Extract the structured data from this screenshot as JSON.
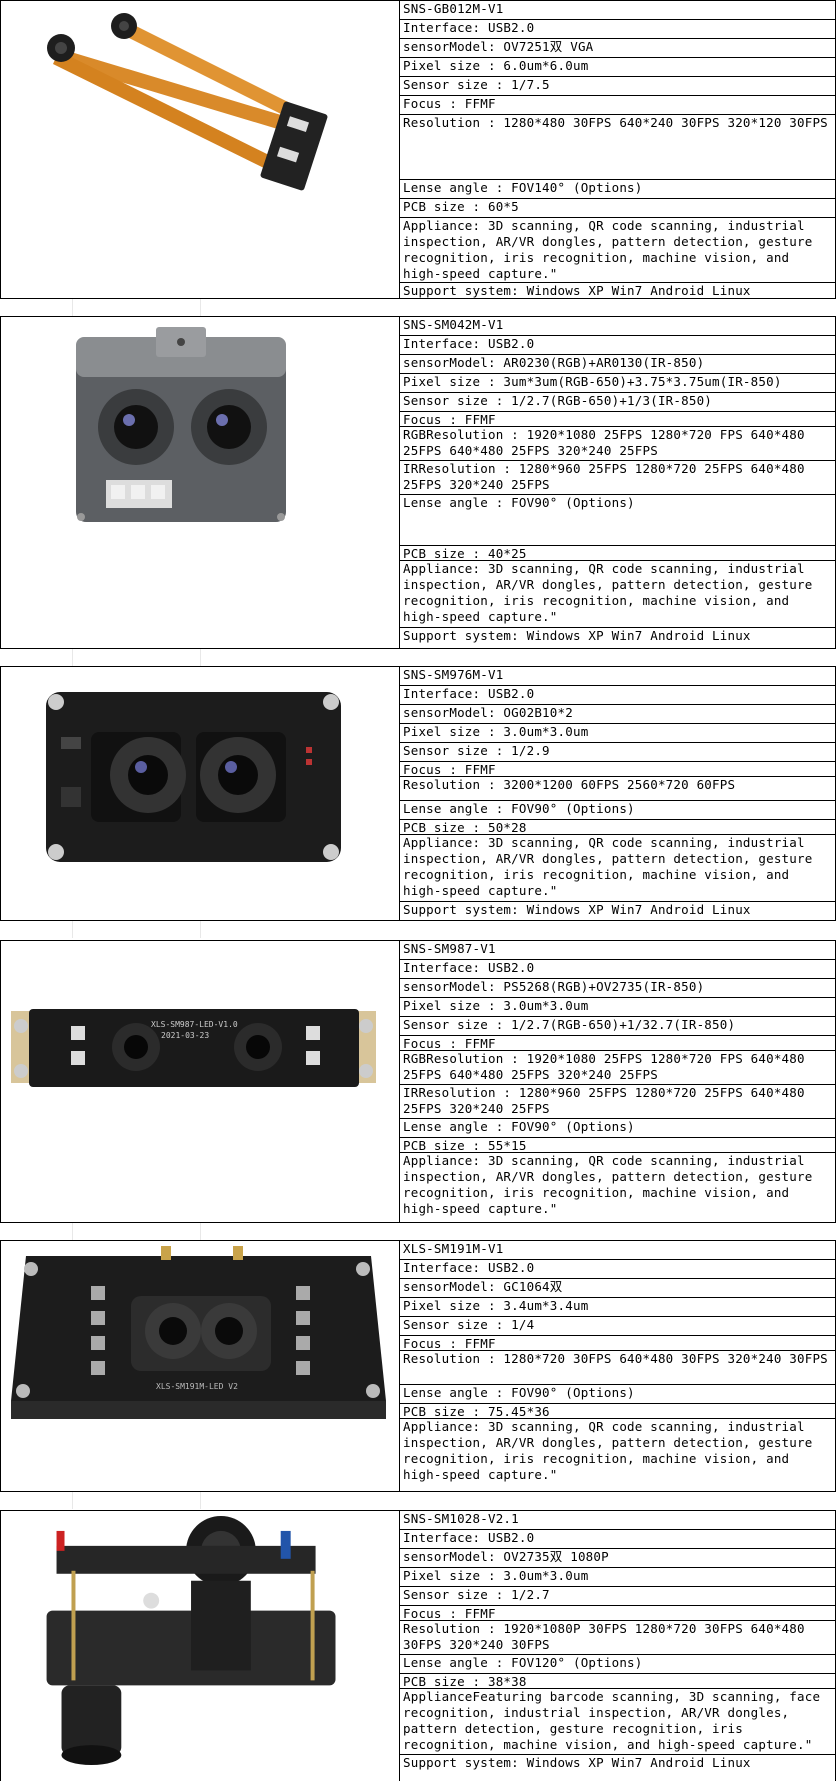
{
  "products": [
    {
      "image_icon": "dual-cable-camera-icon",
      "rows": [
        "SNS-GB012M-V1",
        "Interface: USB2.0",
        "sensorModel: OV7251双 VGA",
        "Pixel size : 6.0um*6.0um",
        "Sensor size : 1/7.5",
        "Focus : FFMF",
        "Resolution : 1280*480 30FPS 640*240 30FPS 320*120 30FPS",
        "Lense angle : FOV140° (Options)",
        "PCB size : 60*5",
        "Appliance: 3D scanning, QR code scanning, industrial inspection, AR/VR dongles, pattern detection, gesture recognition, iris recognition, machine vision, and high-speed capture.\"",
        "Support system: Windows XP Win7 Android Linux"
      ]
    },
    {
      "image_icon": "boxed-dual-camera-icon",
      "rows": [
        "SNS-SM042M-V1",
        "Interface: USB2.0",
        "sensorModel: AR0230(RGB)+AR0130(IR-850)",
        "Pixel size : 3um*3um(RGB-650)+3.75*3.75um(IR-850)",
        "Sensor size : 1/2.7(RGB-650)+1/3(IR-850)",
        "Focus : FFMF",
        "RGBResolution : 1920*1080 25FPS 1280*720 FPS 640*480 25FPS 640*480 25FPS 320*240 25FPS",
        "IRResolution : 1280*960 25FPS 1280*720 25FPS  640*480 25FPS 320*240 25FPS",
        "Lense angle : FOV90° (Options)",
        "PCB size : 40*25",
        "Appliance: 3D scanning, QR code scanning, industrial inspection, AR/VR dongles, pattern detection, gesture recognition, iris recognition, machine vision, and high-speed capture.\"",
        "Support system: Windows XP Win7 Android Linux"
      ]
    },
    {
      "image_icon": "dual-lens-board-icon",
      "rows": [
        "SNS-SM976M-V1",
        "Interface: USB2.0",
        "sensorModel: OG02B10*2",
        "Pixel size : 3.0um*3.0um",
        "Sensor size : 1/2.9",
        "Focus : FFMF",
        "Resolution : 3200*1200 60FPS  2560*720 60FPS",
        "Lense angle : FOV90° (Options)",
        "PCB size : 50*28",
        "Appliance: 3D scanning, QR code scanning, industrial inspection, AR/VR dongles, pattern detection, gesture recognition, iris recognition, machine vision, and high-speed capture.\"",
        "Support system: Windows XP Win7 Android Linux"
      ]
    },
    {
      "image_icon": "wide-led-board-icon",
      "board_text": [
        "XLS-SM987-LED-V1.0",
        "2021-03-23"
      ],
      "rows": [
        "SNS-SM987-V1",
        "Interface: USB2.0",
        "sensorModel: PS5268(RGB)+OV2735(IR-850)",
        "Pixel size : 3.0um*3.0um",
        "Sensor size : 1/2.7(RGB-650)+1/32.7(IR-850)",
        "Focus : FFMF",
        "RGBResolution : 1920*1080 25FPS 1280*720 FPS 640*480 25FPS 640*480 25FPS 320*240 25FPS",
        "IRResolution : 1280*960 25FPS 1280*720 25FPS  640*480 25FPS 320*240 25FPS",
        "Lense angle : FOV90° (Options)",
        "PCB size : 55*15",
        "Appliance: 3D scanning, QR code scanning, industrial inspection, AR/VR dongles, pattern detection, gesture recognition, iris recognition, machine vision, and high-speed capture.\""
      ]
    },
    {
      "image_icon": "led-camera-board-icon",
      "board_text": [
        "XLS-SM191M-LED V2"
      ],
      "rows": [
        "XLS-SM191M-V1",
        "Interface: USB2.0",
        "sensorModel: GC1064双",
        "Pixel size : 3.4um*3.4um",
        "Sensor size : 1/4",
        "Focus : FFMF",
        "Resolution : 1280*720 30FPS 640*480 30FPS 320*240 30FPS",
        "Lense angle : FOV90° (Options)",
        "PCB size : 75.45*36",
        "Appliance: 3D scanning, QR code scanning, industrial inspection, AR/VR dongles, pattern detection, gesture recognition, iris recognition, machine vision, and high-speed capture.\""
      ]
    },
    {
      "image_icon": "stacked-pcb-camera-icon",
      "rows": [
        "SNS-SM1028-V2.1",
        "Interface: USB2.0",
        "sensorModel: OV2735双 1080P",
        "Pixel size : 3.0um*3.0um",
        "Sensor size : 1/2.7",
        "Focus : FFMF",
        "Resolution : 1920*1080P 30FPS 1280*720 30FPS 640*480 30FPS 320*240 30FPS",
        "Lense angle : FOV120° (Options)",
        "PCB size : 38*38",
        "ApplianceFeaturing barcode scanning, 3D scanning, face recognition, industrial inspection, AR/VR dongles, pattern detection, gesture recognition, iris recognition, machine vision, and high-speed capture.\"",
        "Support system: Windows XP Win7 Android Linux"
      ]
    }
  ]
}
